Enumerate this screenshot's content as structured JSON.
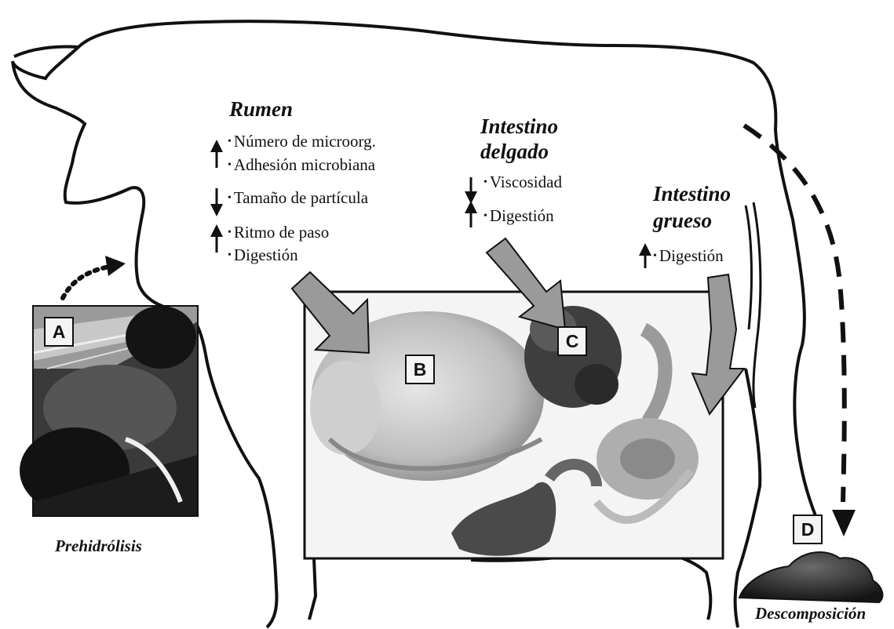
{
  "rumen": {
    "title": "Rumen",
    "items": [
      "Número de microorg.",
      "Adhesión microbiana",
      "Tamaño de partícula",
      "Ritmo de paso",
      "Digestión"
    ]
  },
  "small_intestine": {
    "title_line1": "Intestino",
    "title_line2": "delgado",
    "items": [
      "Viscosidad",
      "Digestión"
    ]
  },
  "large_intestine": {
    "title_line1": "Intestino",
    "title_line2": "grueso",
    "items": [
      "Digestión"
    ]
  },
  "labels": {
    "a": "A",
    "b": "B",
    "c": "C",
    "d": "D"
  },
  "captions": {
    "prehydrolysis": "Prehidrólisis",
    "decomposition": "Descomposición"
  },
  "icons": {
    "up": "arrow-up-icon",
    "down": "arrow-down-icon"
  }
}
